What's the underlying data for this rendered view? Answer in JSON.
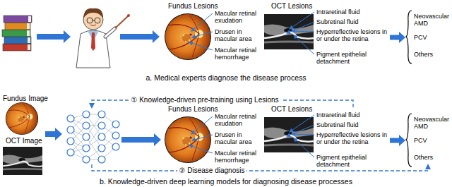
{
  "diagram": {
    "nodes": [
      {
        "text": [
          "Fundus Lesions",
          "Macular retinal exudation",
          "Drusen in macular area",
          "Macular retinal hemorrhage"
        ]
      },
      {
        "text": [
          "OCT Lesions",
          "Intraretinal fluid",
          "Subretinal fluid",
          "Hyperreflective lesions in or under the retina",
          "Pigment epithelial detachment"
        ]
      },
      {
        "text": [
          "Neovascular AMD",
          "PCV",
          "Others"
        ]
      },
      {
        "text": [
          "Fundus Image"
        ]
      },
      {
        "text": [
          "OCT Image"
        ]
      },
      {
        "text": [
          "Fundus Lesions",
          "Macular retinal exudation",
          "Drusen in macular area",
          "Macular retinal hemorrhage"
        ]
      },
      {
        "text": [
          "OCT Lesions",
          "Intraretinal fluid",
          "Subretinal fluid",
          "Hyperreflective lesions in or under the retina",
          "Pigment epithelial detachment"
        ]
      },
      {
        "text": [
          "Neovascular AMD",
          "PCV",
          "Others"
        ]
      }
    ],
    "edges": [
      {
        "from": 1,
        "to": 2,
        "arrow": "to"
      },
      {
        "from": 6,
        "to": 7,
        "arrow": "to"
      }
    ],
    "labels": [
      "a. Medical experts diagnose the disease process",
      "① Knowledge-driven pre-training using Lesions",
      "② Disease diagnosis",
      "b. Knowledge-driven deep learning models for diagnosing disease processes"
    ]
  }
}
